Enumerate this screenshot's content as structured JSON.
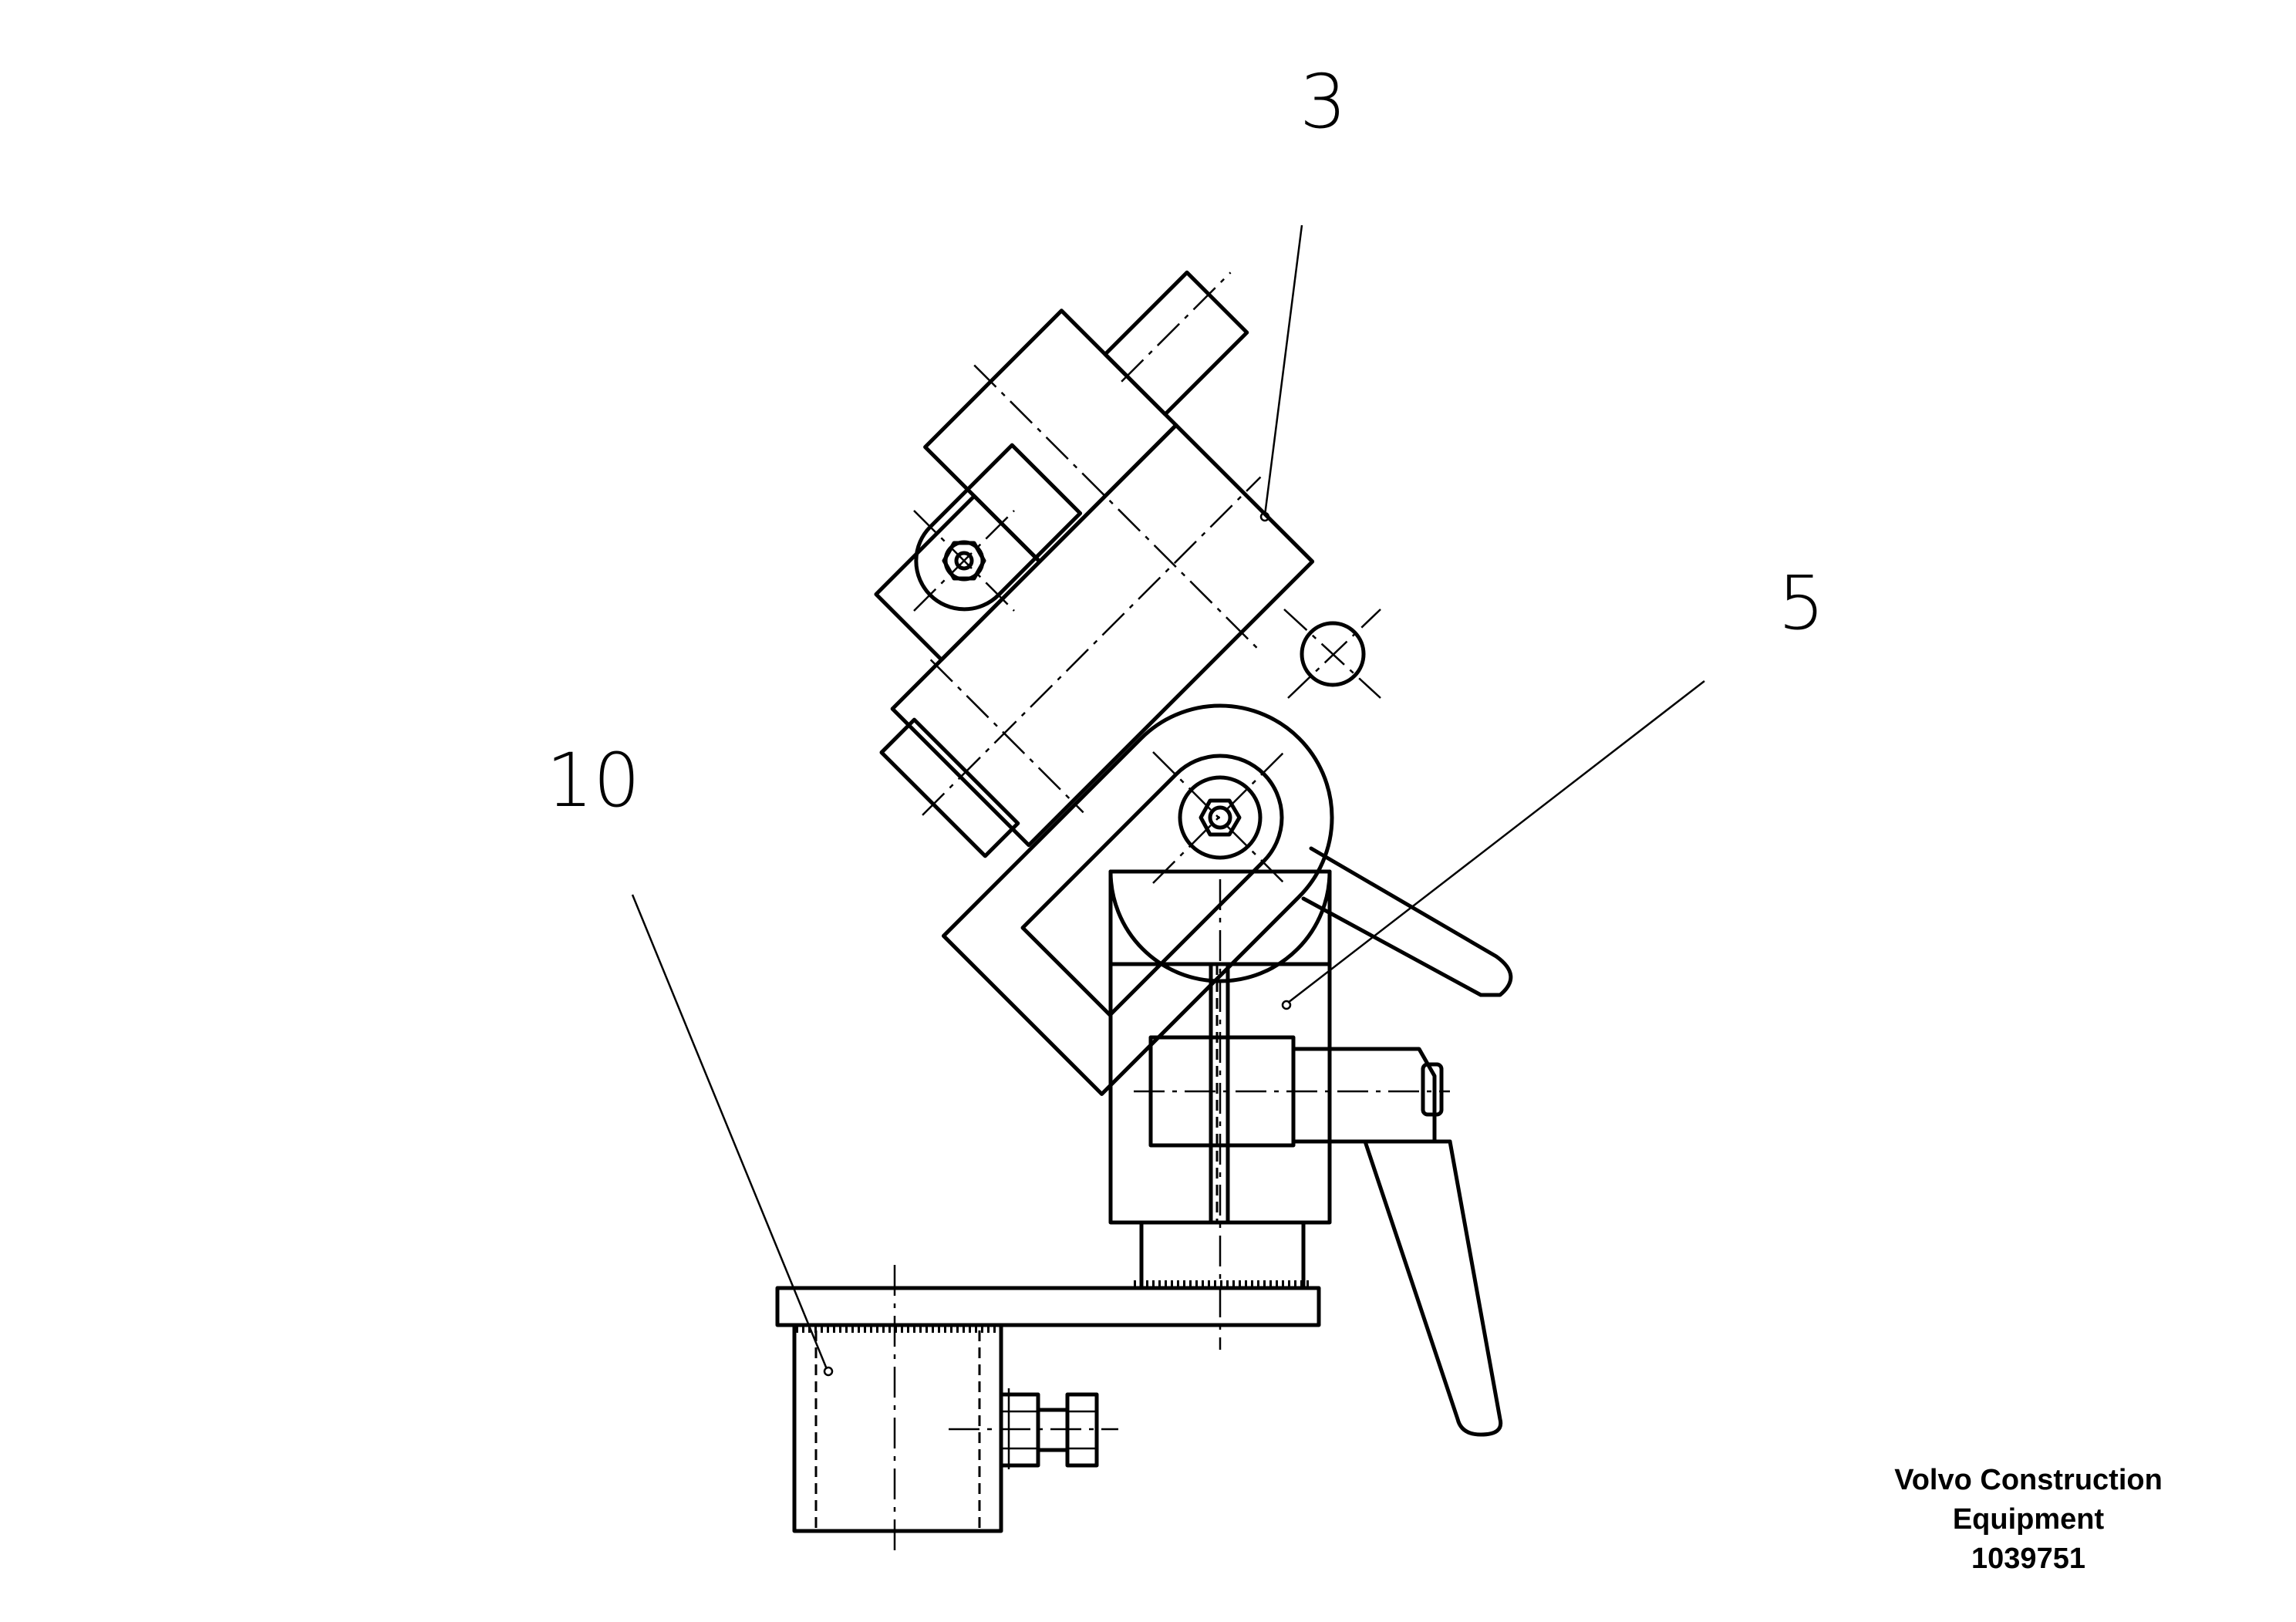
{
  "callouts": {
    "part_3": "3",
    "part_5": "5",
    "part_10": "10"
  },
  "caption": {
    "line1": "Volvo Construction",
    "line2": "Equipment",
    "line3": "1039751"
  }
}
